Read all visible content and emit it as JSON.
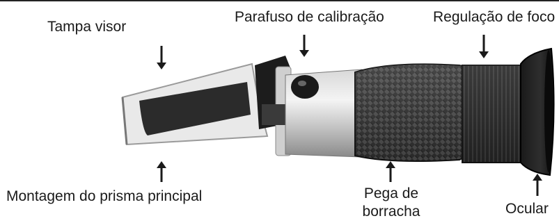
{
  "labels": {
    "tampa_visor": "Tampa visor",
    "parafuso_calibracao": "Parafuso de calibração",
    "regulacao_foco": "Regulação de foco",
    "montagem_prisma": "Montagem do prisma principal",
    "pega_borracha_line1": "Pega de",
    "pega_borracha_line2": "borracha",
    "ocular": "Ocular"
  },
  "colors": {
    "text": "#1a1a1a",
    "arrow": "#1a1a1a"
  }
}
